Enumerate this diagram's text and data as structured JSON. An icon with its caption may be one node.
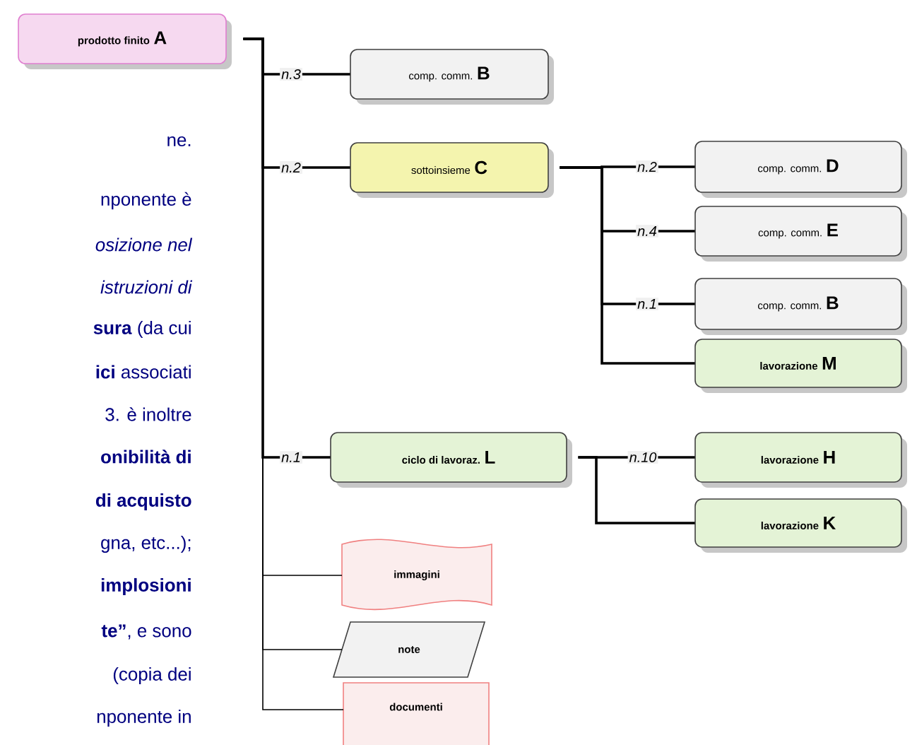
{
  "diagram": {
    "nodes": [
      {
        "text": [
          "prodotto finito",
          "A"
        ]
      },
      {
        "text": [
          "comp. comm.",
          "B"
        ]
      },
      {
        "text": [
          "sottoinsieme",
          "C"
        ]
      },
      {
        "text": [
          "comp. comm.",
          "D"
        ]
      },
      {
        "text": [
          "comp. comm.",
          "E"
        ]
      },
      {
        "text": [
          "comp. comm.",
          "B"
        ]
      },
      {
        "text": [
          "lavorazione",
          "M"
        ]
      },
      {
        "text": [
          "ciclo di lavoraz.",
          "L"
        ]
      },
      {
        "text": [
          "lavorazione",
          "H"
        ]
      },
      {
        "text": [
          "lavorazione",
          "K"
        ]
      },
      {
        "text": [
          "immagini"
        ]
      },
      {
        "text": [
          "note"
        ]
      },
      {
        "text": [
          "documenti"
        ]
      }
    ],
    "edges": [
      {
        "from": 0,
        "to": 1,
        "arrow": "none",
        "label": "n.3"
      },
      {
        "from": 0,
        "to": 2,
        "arrow": "none",
        "label": "n.2"
      },
      {
        "from": 2,
        "to": 3,
        "arrow": "none",
        "label": "n.2"
      },
      {
        "from": 2,
        "to": 4,
        "arrow": "none",
        "label": "n.4"
      },
      {
        "from": 2,
        "to": 5,
        "arrow": "none",
        "label": "n.1"
      },
      {
        "from": 2,
        "to": 6,
        "arrow": "none"
      },
      {
        "from": 0,
        "to": 7,
        "arrow": "none",
        "label": "n.1"
      },
      {
        "from": 7,
        "to": 8,
        "arrow": "none",
        "label": "n.10"
      },
      {
        "from": 7,
        "to": 9,
        "arrow": "none"
      },
      {
        "from": 0,
        "to": 10,
        "arrow": "none"
      },
      {
        "from": 0,
        "to": 11,
        "arrow": "none"
      },
      {
        "from": 0,
        "to": 12,
        "arrow": "none"
      }
    ],
    "labels": [
      "ne.",
      "nponente è",
      "osizione nel",
      "istruzioni di",
      "**sura** (da cui",
      "**ici** associati",
      "3. è inoltre",
      "onibilità di",
      "di acquisto",
      "gna, etc...);",
      "implosioni",
      "**te”**, e sono",
      "(copia dei",
      "nponente in"
    ]
  }
}
